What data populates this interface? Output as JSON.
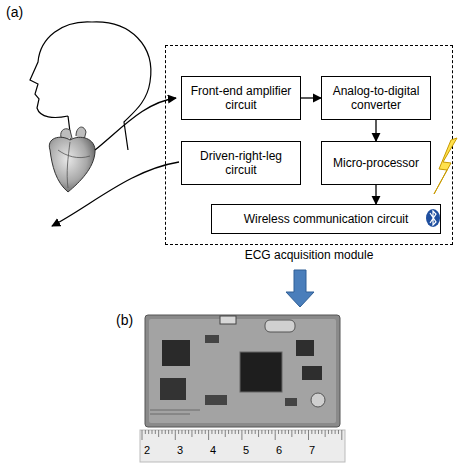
{
  "diagram": {
    "nodes": [
      {
        "text": [
          "ECG acquisition module"
        ]
      },
      {
        "text": [
          "Front-end amplifier circuit"
        ],
        "in": 0
      },
      {
        "text": [
          "Analog-to-digital converter"
        ],
        "in": 0
      },
      {
        "text": [
          "Driven-right-leg circuit"
        ],
        "in": 0
      },
      {
        "text": [
          "Micro-processor"
        ],
        "in": 0
      },
      {
        "text": [
          "Wireless communication circuit"
        ],
        "in": 0
      }
    ],
    "edges": [
      {
        "from": 1,
        "to": 2,
        "arrow": "to"
      },
      {
        "from": 2,
        "to": 4,
        "arrow": "to"
      },
      {
        "from": 4,
        "to": 5,
        "arrow": "to"
      }
    ],
    "labels": [
      "(a)",
      "(b)",
      "2",
      "3",
      "4",
      "5",
      "6",
      "7"
    ]
  }
}
